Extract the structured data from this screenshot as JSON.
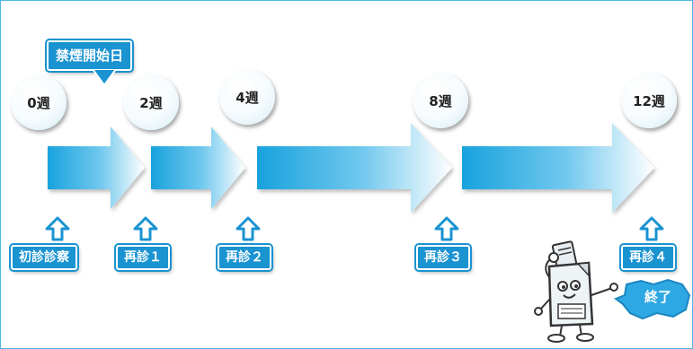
{
  "start_callout": "禁煙開始日",
  "weeks": [
    "0週",
    "2週",
    "4週",
    "8週",
    "12週"
  ],
  "visits": [
    "初診診察",
    "再診１",
    "再診２",
    "再診３",
    "再診４"
  ],
  "end_label": "終了",
  "colors": {
    "arrow_dark": "#18a2dd",
    "arrow_light": "#ffffff",
    "label_fill": "#1a93d1",
    "frame": "#4fb7e3",
    "end_bubble": "#2ea8e2"
  }
}
